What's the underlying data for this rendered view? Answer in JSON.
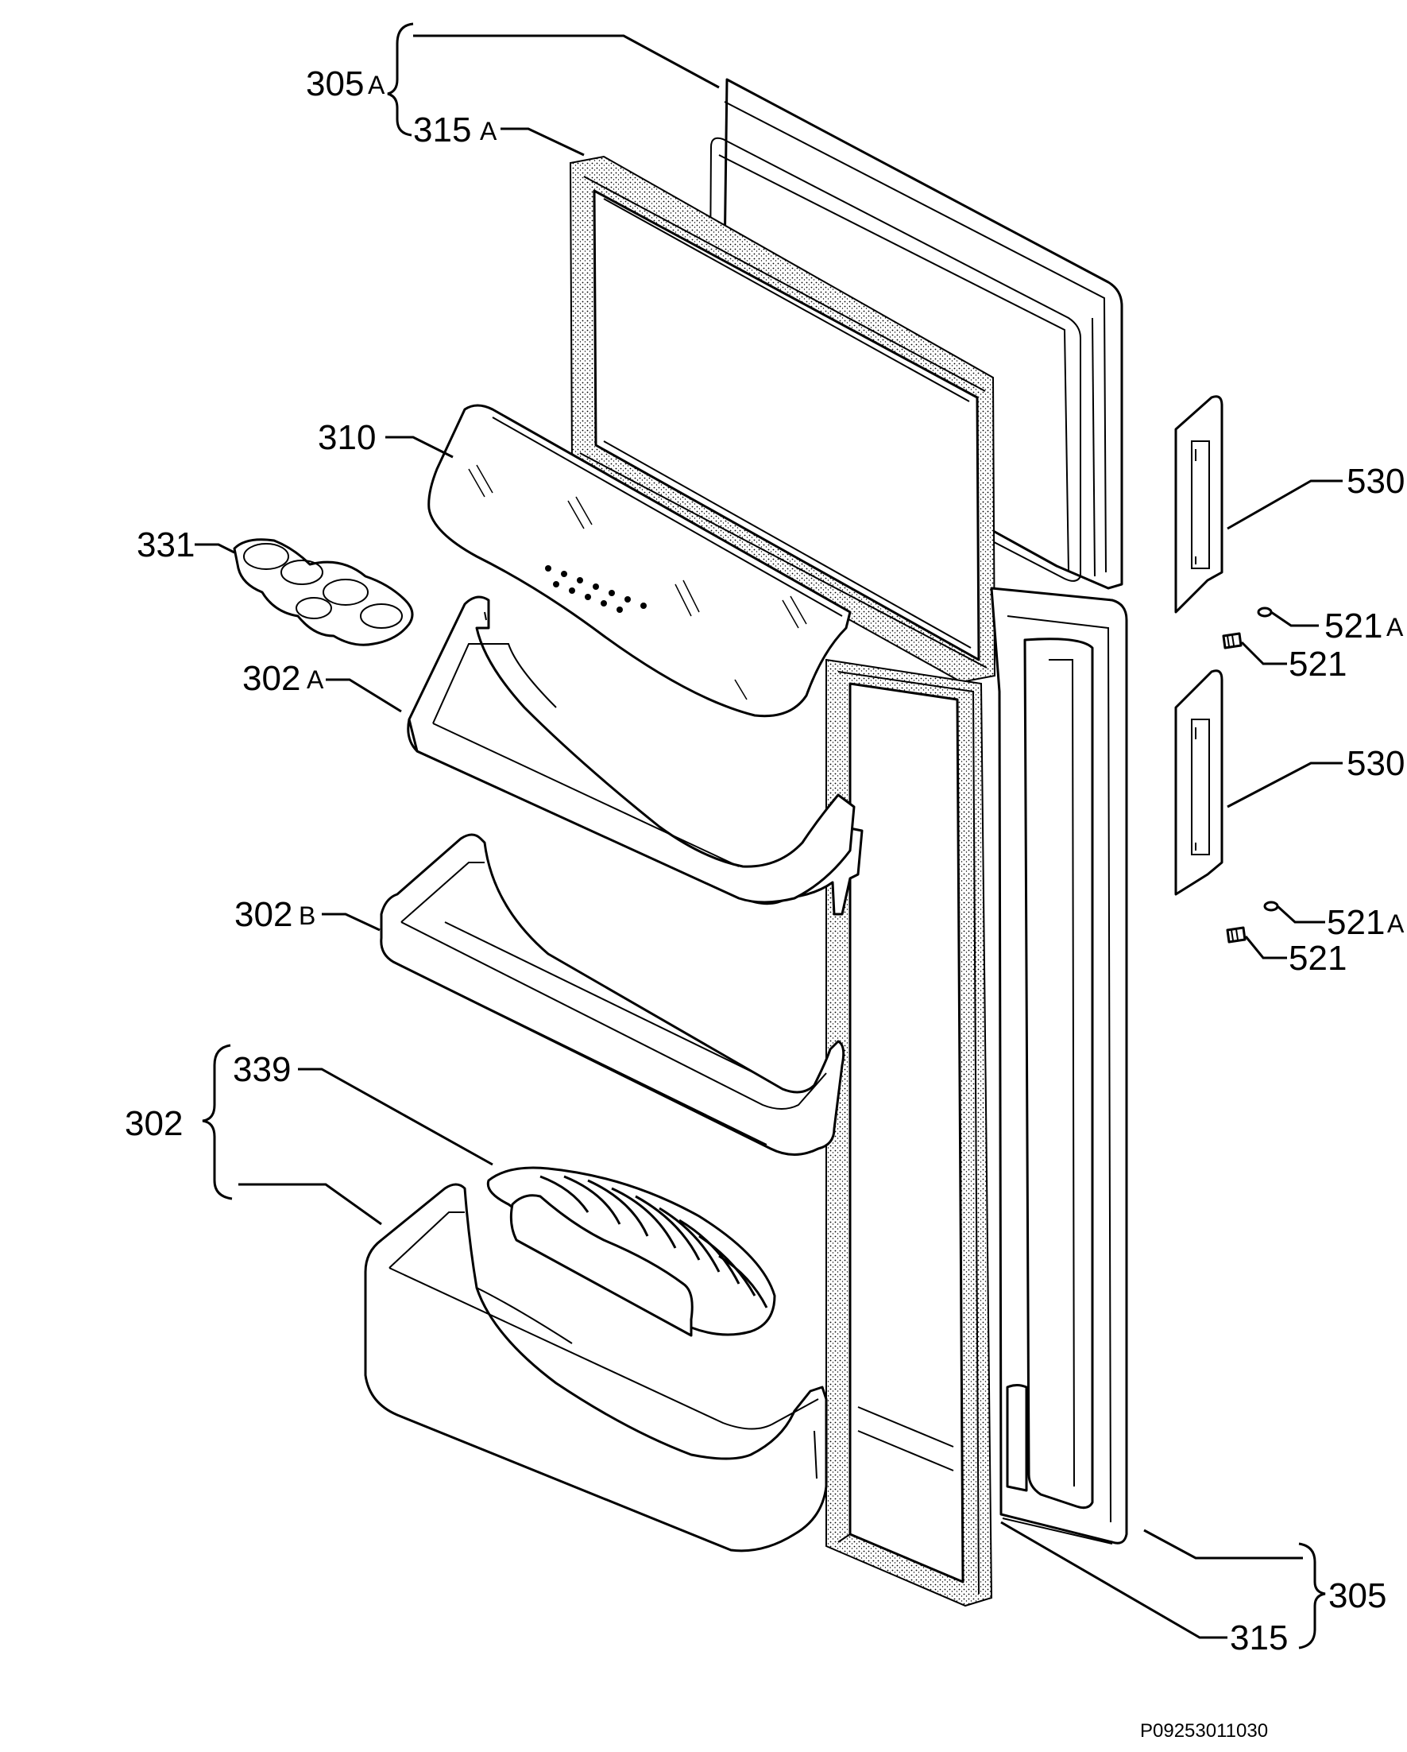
{
  "diagram": {
    "reference_code": "P09253011030",
    "callouts": {
      "door_upper": {
        "number": "305",
        "suffix": "A"
      },
      "gasket_upper": {
        "number": "315",
        "suffix": "A"
      },
      "shelf_cover": {
        "number": "310",
        "suffix": ""
      },
      "egg_tray": {
        "number": "331",
        "suffix": ""
      },
      "shelf_upper": {
        "number": "302",
        "suffix": "A"
      },
      "shelf_middle": {
        "number": "302",
        "suffix": "B"
      },
      "shelf_group": {
        "number": "302",
        "suffix": ""
      },
      "bottle_holder": {
        "number": "339",
        "suffix": ""
      },
      "handle_upper": {
        "number": "530",
        "suffix": ""
      },
      "handle_lower": {
        "number": "530",
        "suffix": ""
      },
      "cap_upper": {
        "number": "521",
        "suffix": "A"
      },
      "screw_upper": {
        "number": "521",
        "suffix": ""
      },
      "cap_lower": {
        "number": "521",
        "suffix": "A"
      },
      "screw_lower": {
        "number": "521",
        "suffix": ""
      },
      "door_lower": {
        "number": "305",
        "suffix": ""
      },
      "gasket_lower": {
        "number": "315",
        "suffix": ""
      }
    }
  }
}
